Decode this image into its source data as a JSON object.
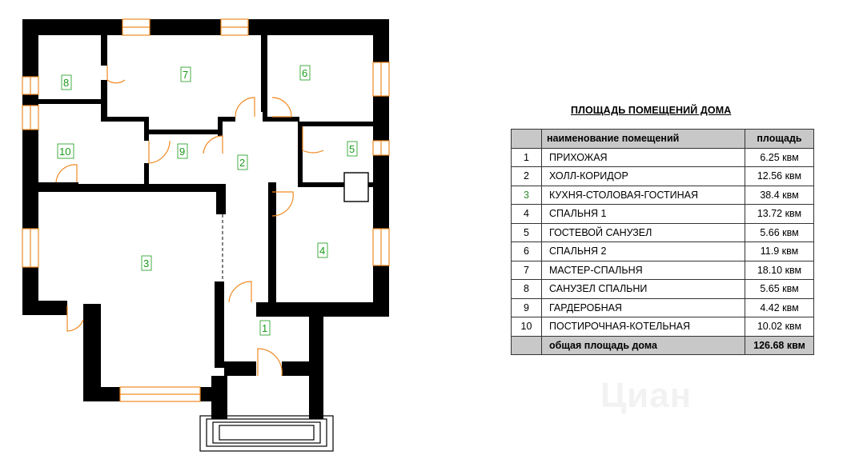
{
  "plan": {
    "room_labels": [
      {
        "id": "1",
        "label": "1"
      },
      {
        "id": "2",
        "label": "2"
      },
      {
        "id": "3",
        "label": "3"
      },
      {
        "id": "4",
        "label": "4"
      },
      {
        "id": "5",
        "label": "5"
      },
      {
        "id": "6",
        "label": "6"
      },
      {
        "id": "7",
        "label": "7"
      },
      {
        "id": "8",
        "label": "8"
      },
      {
        "id": "9",
        "label": "9"
      },
      {
        "id": "10",
        "label": "10"
      }
    ],
    "colors": {
      "wall": "#000000",
      "window": "#f08a24",
      "door": "#f08a24",
      "label": "#1a9a1a"
    }
  },
  "table": {
    "title": "ПЛОЩАДЬ ПОМЕЩЕНИЙ ДОМА",
    "header": {
      "num": "",
      "name": "наименование помещений",
      "area": "площадь"
    },
    "rows": [
      {
        "num": "1",
        "name": "ПРИХОЖАЯ",
        "area": "6.25 квм"
      },
      {
        "num": "2",
        "name": "ХОЛЛ-КОРИДОР",
        "area": "12.56 квм"
      },
      {
        "num": "3",
        "name": "КУХНЯ-СТОЛОВАЯ-ГОСТИНАЯ",
        "area": "38.4 квм"
      },
      {
        "num": "4",
        "name": "СПАЛЬНЯ 1",
        "area": "13.72 квм"
      },
      {
        "num": "5",
        "name": "ГОСТЕВОЙ САНУЗЕЛ",
        "area": "5.66 квм"
      },
      {
        "num": "6",
        "name": "СПАЛЬНЯ 2",
        "area": "11.9 квм"
      },
      {
        "num": "7",
        "name": "МАСТЕР-СПАЛЬНЯ",
        "area": "18.10 квм"
      },
      {
        "num": "8",
        "name": "САНУЗЕЛ СПАЛЬНИ",
        "area": "5.65 квм"
      },
      {
        "num": "9",
        "name": "ГАРДЕРОБНАЯ",
        "area": "4.42 квм"
      },
      {
        "num": "10",
        "name": "ПОСТИРОЧНАЯ-КОТЕЛЬНАЯ",
        "area": "10.02 квм"
      }
    ],
    "total": {
      "label": "общая площадь дома",
      "area": "126.68 квм"
    }
  },
  "watermark": "Циан"
}
